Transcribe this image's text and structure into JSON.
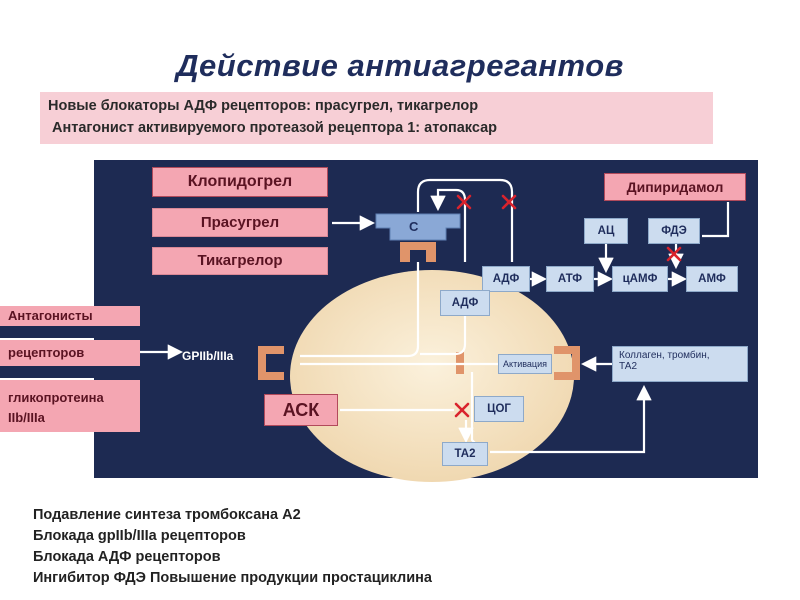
{
  "title": "Действие антиагрегантов",
  "subtitle": {
    "line1": "Новые блокаторы АДФ рецепторов: прасугрел, тикагрелор",
    "line2": "Антагонист активируемого протеазой  рецептора 1: атопаксар"
  },
  "drugs": {
    "clopidogrel": "Клопидогрел",
    "prasugrel": "Прасугрел",
    "ticagrelor": "Тикагрелор",
    "asa": "АСК",
    "dipyridamole": "Дипиридамол"
  },
  "antagonists": {
    "line1": "Антагонисты",
    "line2": "рецепторов",
    "line3": "гликопротеина",
    "line4": "IIb/IIIa"
  },
  "cells": {
    "c": "С",
    "adp_out": "АДФ",
    "atp": "АТФ",
    "camp": "цАМФ",
    "amp": "АМФ",
    "ac": "АЦ",
    "pde": "ФДЭ",
    "adp_in": "АДФ",
    "activation": "Активация",
    "cog": "ЦОГ",
    "ta2": "ТА2",
    "gp": "GPIIb/IIIa",
    "collagen_line1": "Коллаген, тромбин,",
    "collagen_line2": "ТА2"
  },
  "bottom": [
    "Подавление синтеза тромбоксана А2",
    "Блокада gpIIb/IIIa рецепторов",
    "Блокада АДФ рецепторов",
    "Ингибитор ФДЭ Повышение продукции простациклина"
  ],
  "colors": {
    "panel": "#1d2a52",
    "platelet": "#f3dfbd",
    "drug_box": "#f4a6b2",
    "cell_box": "#ccdcef",
    "inhibit_x": "#d9232d",
    "title": "#1f2d5c"
  }
}
